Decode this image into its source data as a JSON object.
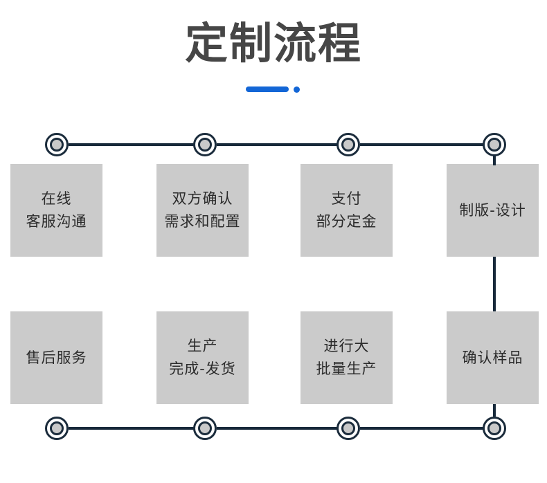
{
  "header": {
    "title": "定制流程",
    "title_color": "#464646",
    "accent_color": "#1366D6",
    "underline": "blue-bar-and-dot"
  },
  "theme": {
    "box_fill": "#CBCBCB",
    "line_color": "#17293A",
    "node_fill": "#C9C9C9",
    "node_ring": "#1B2C3C",
    "text_color": "#2B2B2B",
    "background": "#FFFFFF"
  },
  "flow": {
    "top_row": {
      "nodes": [
        "node-1",
        "node-2",
        "node-3",
        "node-4"
      ],
      "steps": [
        {
          "id": "step-1",
          "lines": [
            "在线",
            "客服沟通"
          ]
        },
        {
          "id": "step-2",
          "lines": [
            "双方确认",
            "需求和配置"
          ]
        },
        {
          "id": "step-3",
          "lines": [
            "支付",
            "部分定金"
          ]
        },
        {
          "id": "step-4",
          "lines": [
            "制版-设计"
          ]
        }
      ]
    },
    "bottom_row": {
      "nodes": [
        "node-5",
        "node-6",
        "node-7",
        "node-8"
      ],
      "steps": [
        {
          "id": "step-8",
          "lines": [
            "售后服务"
          ]
        },
        {
          "id": "step-7",
          "lines": [
            "生产",
            "完成-发货"
          ]
        },
        {
          "id": "step-6",
          "lines": [
            "进行大",
            "批量生产"
          ]
        },
        {
          "id": "step-5",
          "lines": [
            "确认样品"
          ]
        }
      ]
    },
    "connector_right": "vertical-line-step4-to-step5"
  }
}
